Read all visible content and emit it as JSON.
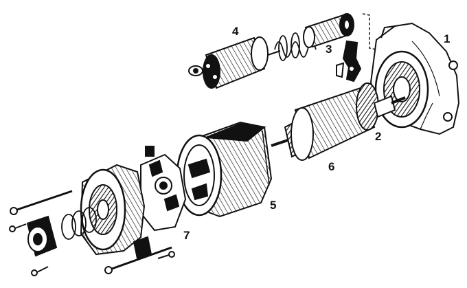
{
  "callouts": [
    "1",
    "2",
    "3",
    "4",
    "5",
    "6",
    "7"
  ],
  "colors": {
    "ink": "#111111",
    "paper": "#ffffff",
    "shade": "#555555"
  }
}
